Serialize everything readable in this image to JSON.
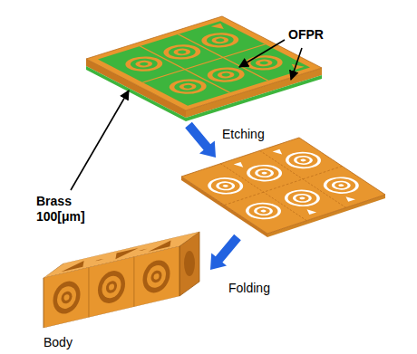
{
  "diagram": {
    "labels": [
      "OFPR",
      "Brass",
      "100[μm]",
      "Etching",
      "Folding",
      "Body"
    ]
  }
}
